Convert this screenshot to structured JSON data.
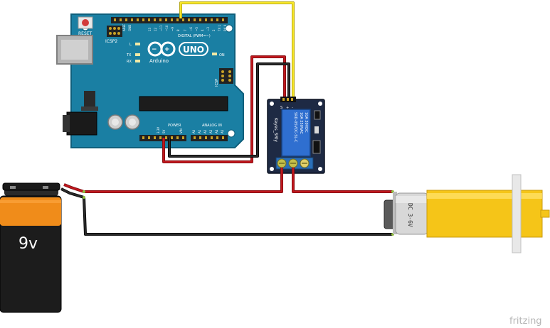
{
  "arduino": {
    "reset_label": "RESET",
    "icsp2_label": "ICSP2",
    "l_label": "L",
    "tx_label": "TX",
    "rx_label": "RX",
    "brand": "Arduino",
    "model": "UNO",
    "on_label": "ON",
    "icsp_label": "ICSP",
    "digital_label": "DIGITAL (PWM=~)",
    "power_label": "POWER",
    "analog_label": "ANALOG IN",
    "gnd_label": "GND",
    "aref_label": "AREF",
    "vin_label": "VIN",
    "v5_label": "5V",
    "v33_label": "3.3V",
    "pin_labels_top": [
      "13",
      "12",
      "~11",
      "~10",
      "~9",
      "8",
      "7",
      "~6",
      "~5",
      "4",
      "~3",
      "2",
      "TX 1",
      "RX 0"
    ],
    "pin_labels_analog": [
      "A0",
      "A1",
      "A2",
      "A3",
      "A4",
      "A5"
    ]
  },
  "relay": {
    "brand": "Keyes_SRly",
    "model": "SRD-05VDC-SL-C",
    "spec1": "10A 250VAC",
    "spec2": "10A 30VDC",
    "pin_labels": [
      "S",
      "+",
      "-"
    ]
  },
  "battery": {
    "label": "9v"
  },
  "motor": {
    "label": "DC 3-6V"
  },
  "footer": {
    "watermark": "fritzing"
  },
  "colors": {
    "arduino_board": "#1a7fa3",
    "relay_board": "#1e2a44",
    "relay_cube": "#2f6fd0",
    "wire_red": "#c0171d",
    "wire_black": "#1a1a1a",
    "wire_yellow": "#f7e62a",
    "battery_body": "#f08c1a",
    "motor_gear": "#f5c518"
  }
}
